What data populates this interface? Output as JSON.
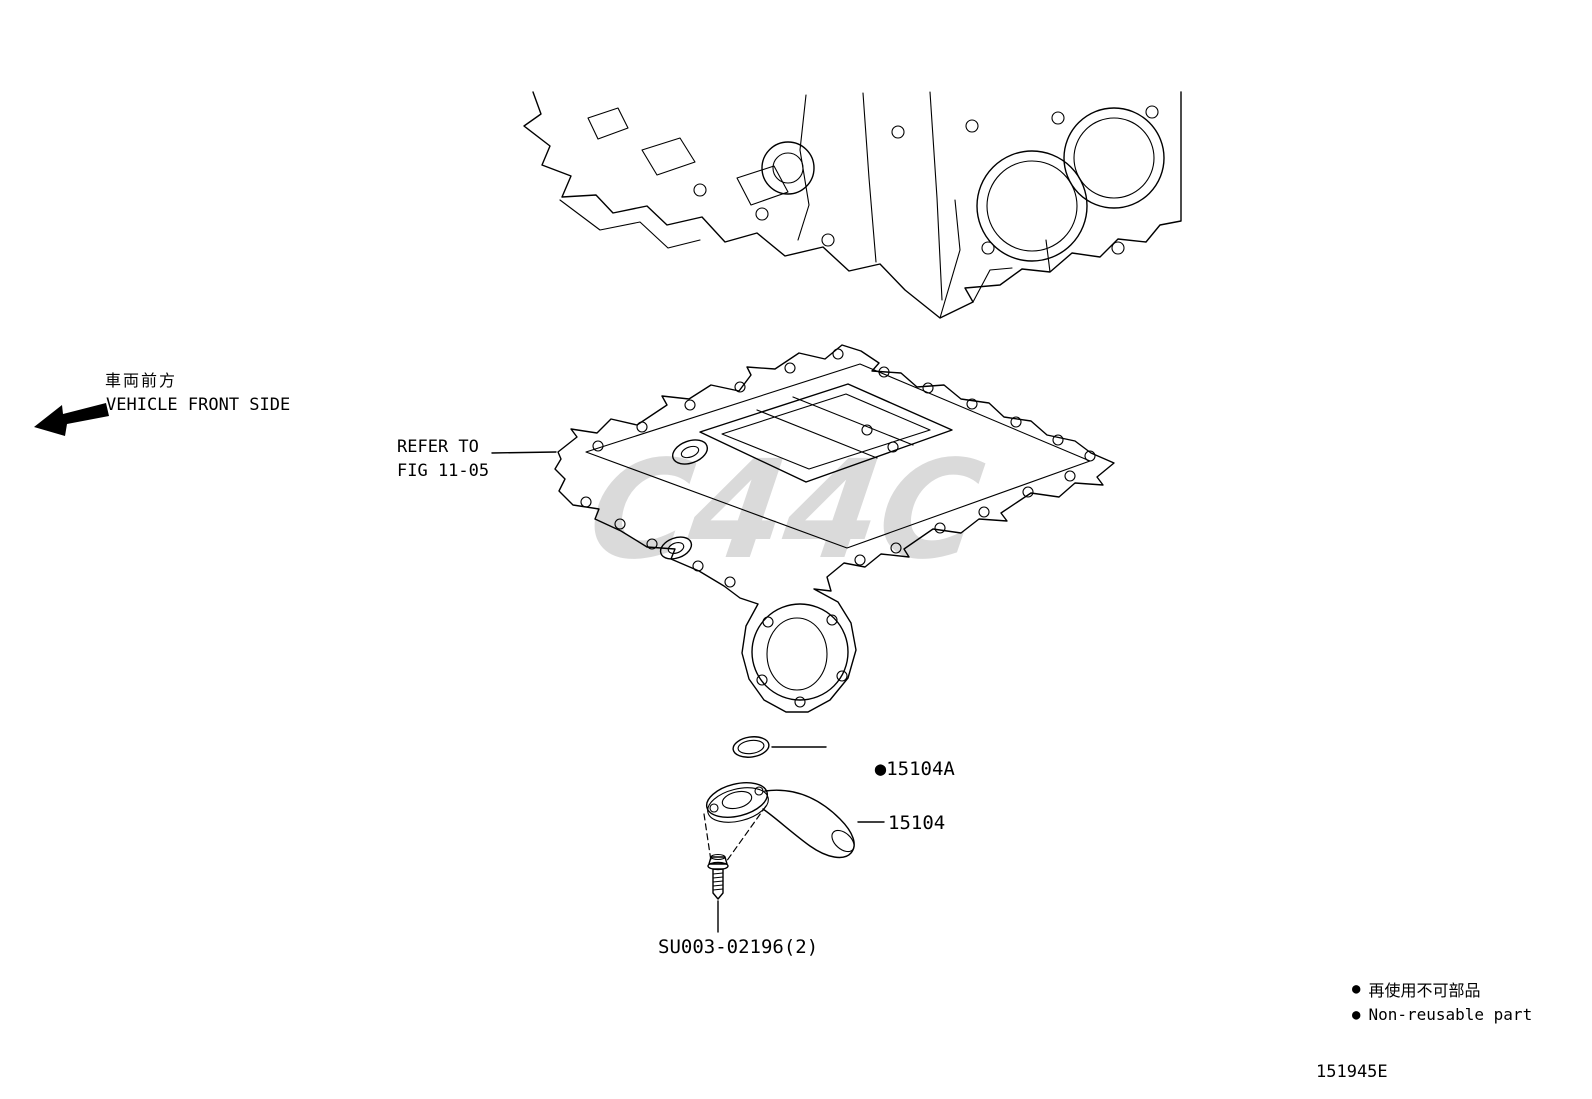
{
  "page": {
    "doc_number": "151945E"
  },
  "annotations": {
    "vehicle_front_jp": "車両前方",
    "vehicle_front_en": "VEHICLE FRONT SIDE",
    "refer_to_line1": "REFER TO",
    "refer_to_line2": "FIG 11-05"
  },
  "parts": {
    "oring": {
      "bullet": "●",
      "number": "15104A"
    },
    "strainer": {
      "number": "15104"
    },
    "bolt": {
      "number": "SU003-02196(2)"
    }
  },
  "legend": {
    "bullet": "●",
    "jp": "再使用不可部品",
    "en": "Non-reusable part"
  },
  "watermark": "C44C"
}
